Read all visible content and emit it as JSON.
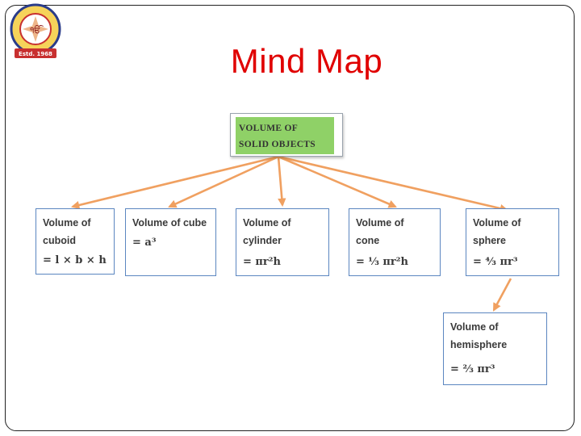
{
  "slide": {
    "title": "Mind Map"
  },
  "logo": {
    "emblem_text": "ੴ",
    "established": "Estd. 1968"
  },
  "mind_map": {
    "root": {
      "label": "VOLUME OF\nSOLID OBJECTS"
    },
    "nodes": [
      {
        "title": "Volume of\ncuboid",
        "formula": "= l × b × h"
      },
      {
        "title": "Volume of cube",
        "formula": "= a³"
      },
      {
        "title": "Volume of\ncylinder",
        "formula": "= πr²h"
      },
      {
        "title": "Volume of\ncone",
        "formula": "= ⅓ πr²h"
      },
      {
        "title": "Volume of\nsphere",
        "formula": "= ⁴⁄₃ πr³"
      },
      {
        "title": "Volume of\nhemisphere",
        "formula": "= ⅔ πr³"
      }
    ],
    "colors": {
      "arrow": "#f0a060",
      "node_border": "#5b86c0",
      "root_fill": "#8fd167",
      "title": "#e00000"
    }
  }
}
